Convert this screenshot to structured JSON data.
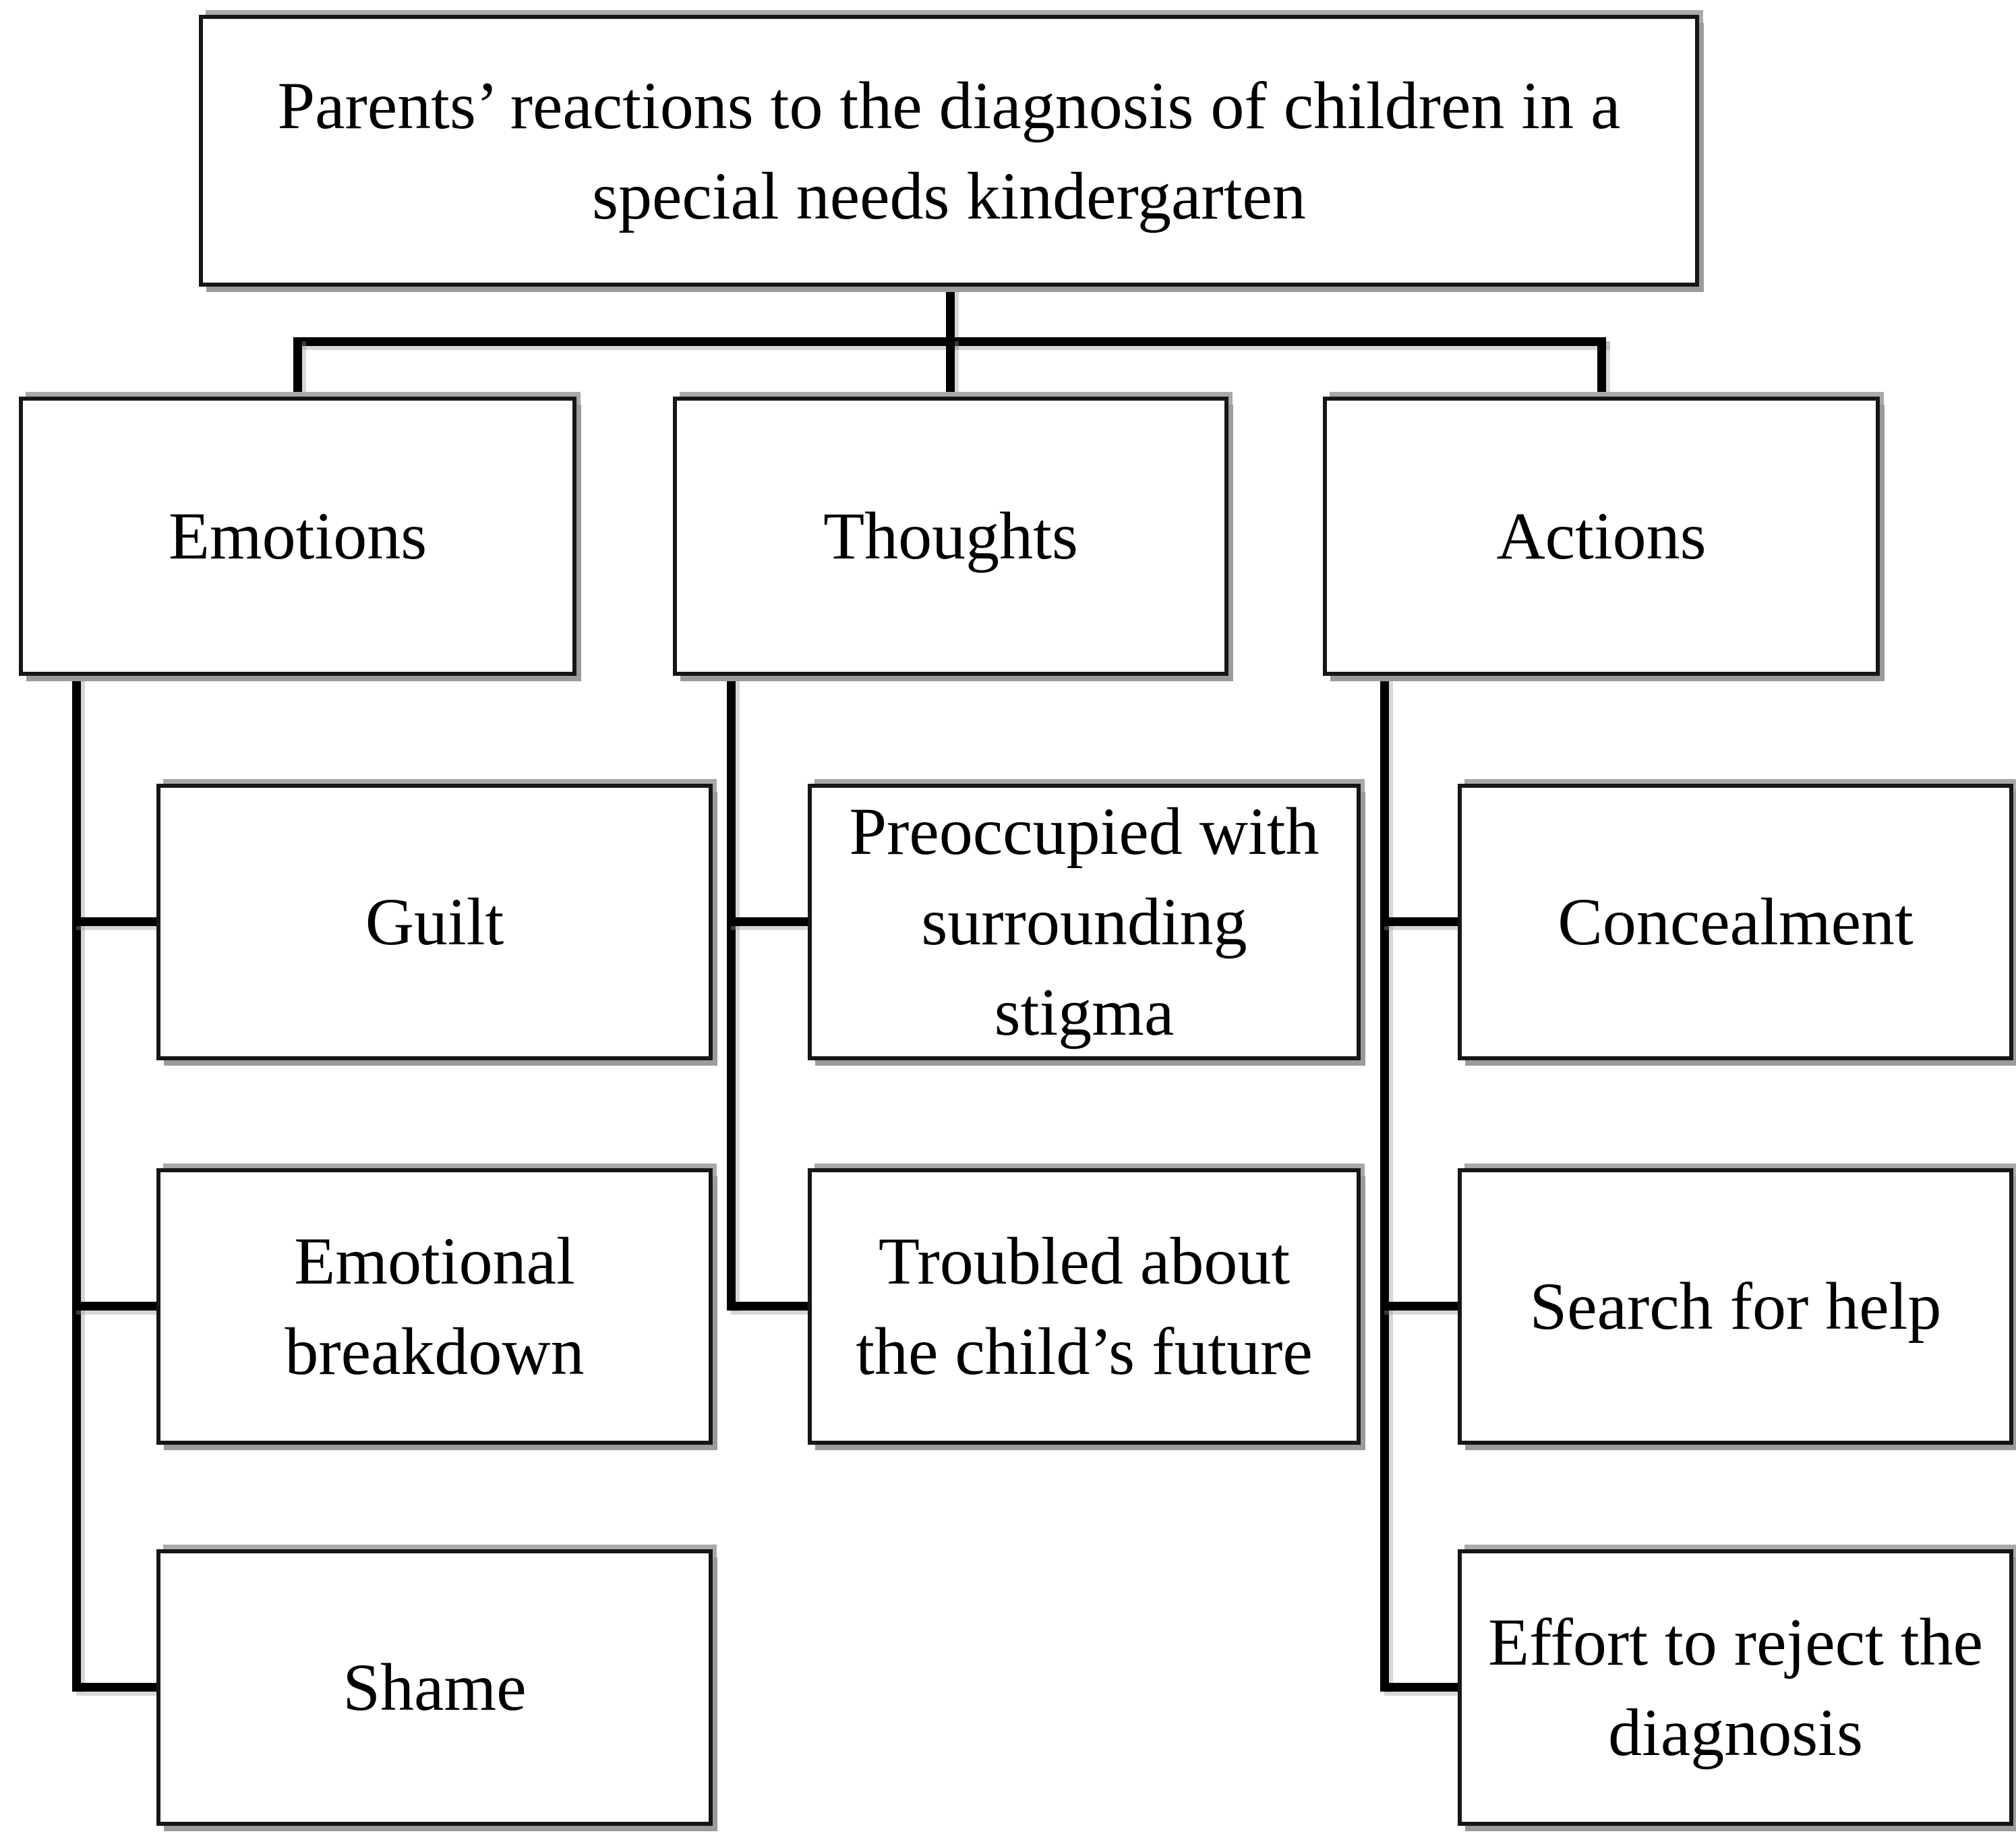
{
  "diagram": {
    "title": "Parents’ reactions to the diagnosis of children in a\nspecial needs kindergarten",
    "branches": [
      {
        "label": "Emotions",
        "children": [
          "Guilt",
          "Emotional\nbreakdown",
          "Shame"
        ]
      },
      {
        "label": "Thoughts",
        "children": [
          "Preoccupied with\nsurrounding\nstigma",
          "Troubled about\nthe child’s future"
        ]
      },
      {
        "label": "Actions",
        "children": [
          "Concealment",
          "Search for help",
          "Effort to reject the\ndiagnosis"
        ]
      }
    ],
    "colors": {
      "box_border": "#161616",
      "box_fill": "#ffffff",
      "connector": "#000000",
      "shadow": "#9b9b9b",
      "text": "#000000",
      "background": "#ffffff"
    }
  }
}
